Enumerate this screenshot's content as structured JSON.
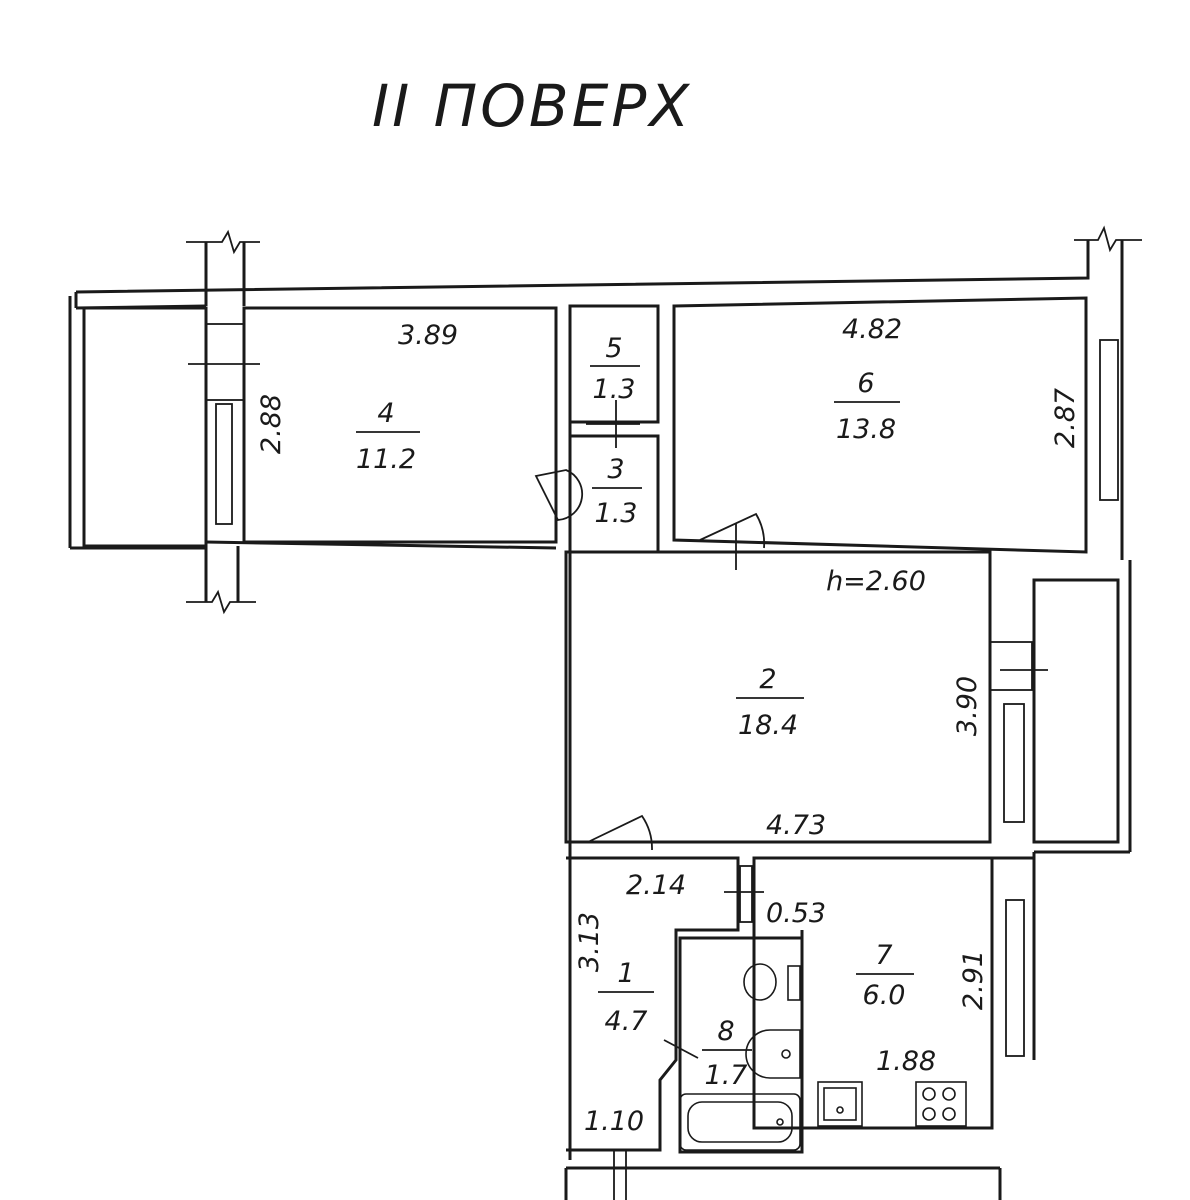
{
  "title": "II ПОВЕРХ",
  "ceiling_height": "h=2.60",
  "rooms": [
    {
      "number": "1",
      "area": "4.7"
    },
    {
      "number": "2",
      "area": "18.4"
    },
    {
      "number": "3",
      "area": "1.3"
    },
    {
      "number": "4",
      "area": "11.2"
    },
    {
      "number": "5",
      "area": "1.3"
    },
    {
      "number": "6",
      "area": "13.8"
    },
    {
      "number": "7",
      "area": "6.0"
    },
    {
      "number": "8",
      "area": "1.7"
    }
  ],
  "dimensions": {
    "room4_width": "3.89",
    "room4_depth": "2.88",
    "room6_width": "4.82",
    "room6_depth": "2.87",
    "room2_depth": "3.90",
    "room2_width": "4.73",
    "hall_width": "2.14",
    "passage_width": "0.53",
    "hall_depth": "3.13",
    "kitchen_depth": "2.91",
    "kitchen_width": "1.88",
    "corridor_width": "1.10"
  },
  "icons": [
    "toilet-icon",
    "sink-icon",
    "bathtub-icon",
    "kitchen-sink-icon",
    "stove-icon",
    "window-icon",
    "door-icon"
  ]
}
